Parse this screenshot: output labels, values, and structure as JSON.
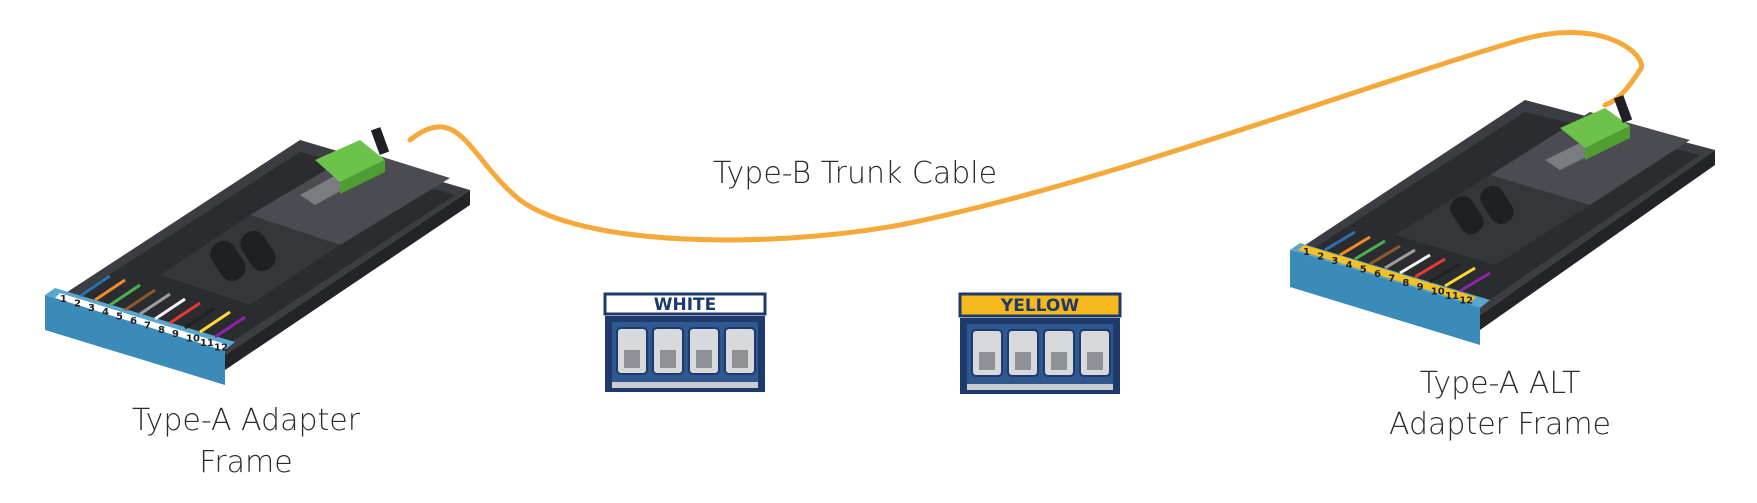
{
  "labels": {
    "left_frame": [
      "Type-A Adapter",
      "Frame"
    ],
    "trunk": "Type-B Trunk Cable",
    "right_frame": [
      "Type-A ALT",
      "Adapter Frame"
    ]
  },
  "adapters": {
    "white_tag": "WHITE",
    "yellow_tag": "YELLOW"
  },
  "port_numbers": [
    "1",
    "2",
    "3",
    "4",
    "5",
    "6",
    "7",
    "8",
    "9",
    "10",
    "11",
    "12"
  ],
  "colors": {
    "cable": "#f5a93a",
    "frame_body": "#3b3d42",
    "frame_blue": "#3a8bb8",
    "mpo_green": "#6cc24a",
    "tag_white": "#ffffff",
    "tag_yellow": "#f7b81e",
    "adapter_navy": "#1d3a6b"
  }
}
